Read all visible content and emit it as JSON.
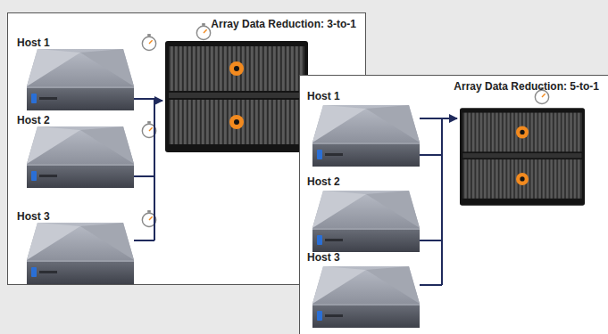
{
  "diagram": {
    "nodes": [
      {
        "text": [
          "Array Data Reduction: 3-to-1"
        ]
      },
      {
        "text": [
          "Host 1"
        ],
        "in": 0
      },
      {
        "text": [
          "Host 2"
        ],
        "in": 0
      },
      {
        "text": [
          "Host 3"
        ],
        "in": 0
      },
      {
        "text": [
          "Array Data Reduction: 5-to-1"
        ]
      },
      {
        "text": [
          "Host 1"
        ],
        "in": 4
      },
      {
        "text": [
          "Host 2"
        ],
        "in": 4
      },
      {
        "text": [
          "Host 3"
        ],
        "in": 4
      }
    ]
  }
}
